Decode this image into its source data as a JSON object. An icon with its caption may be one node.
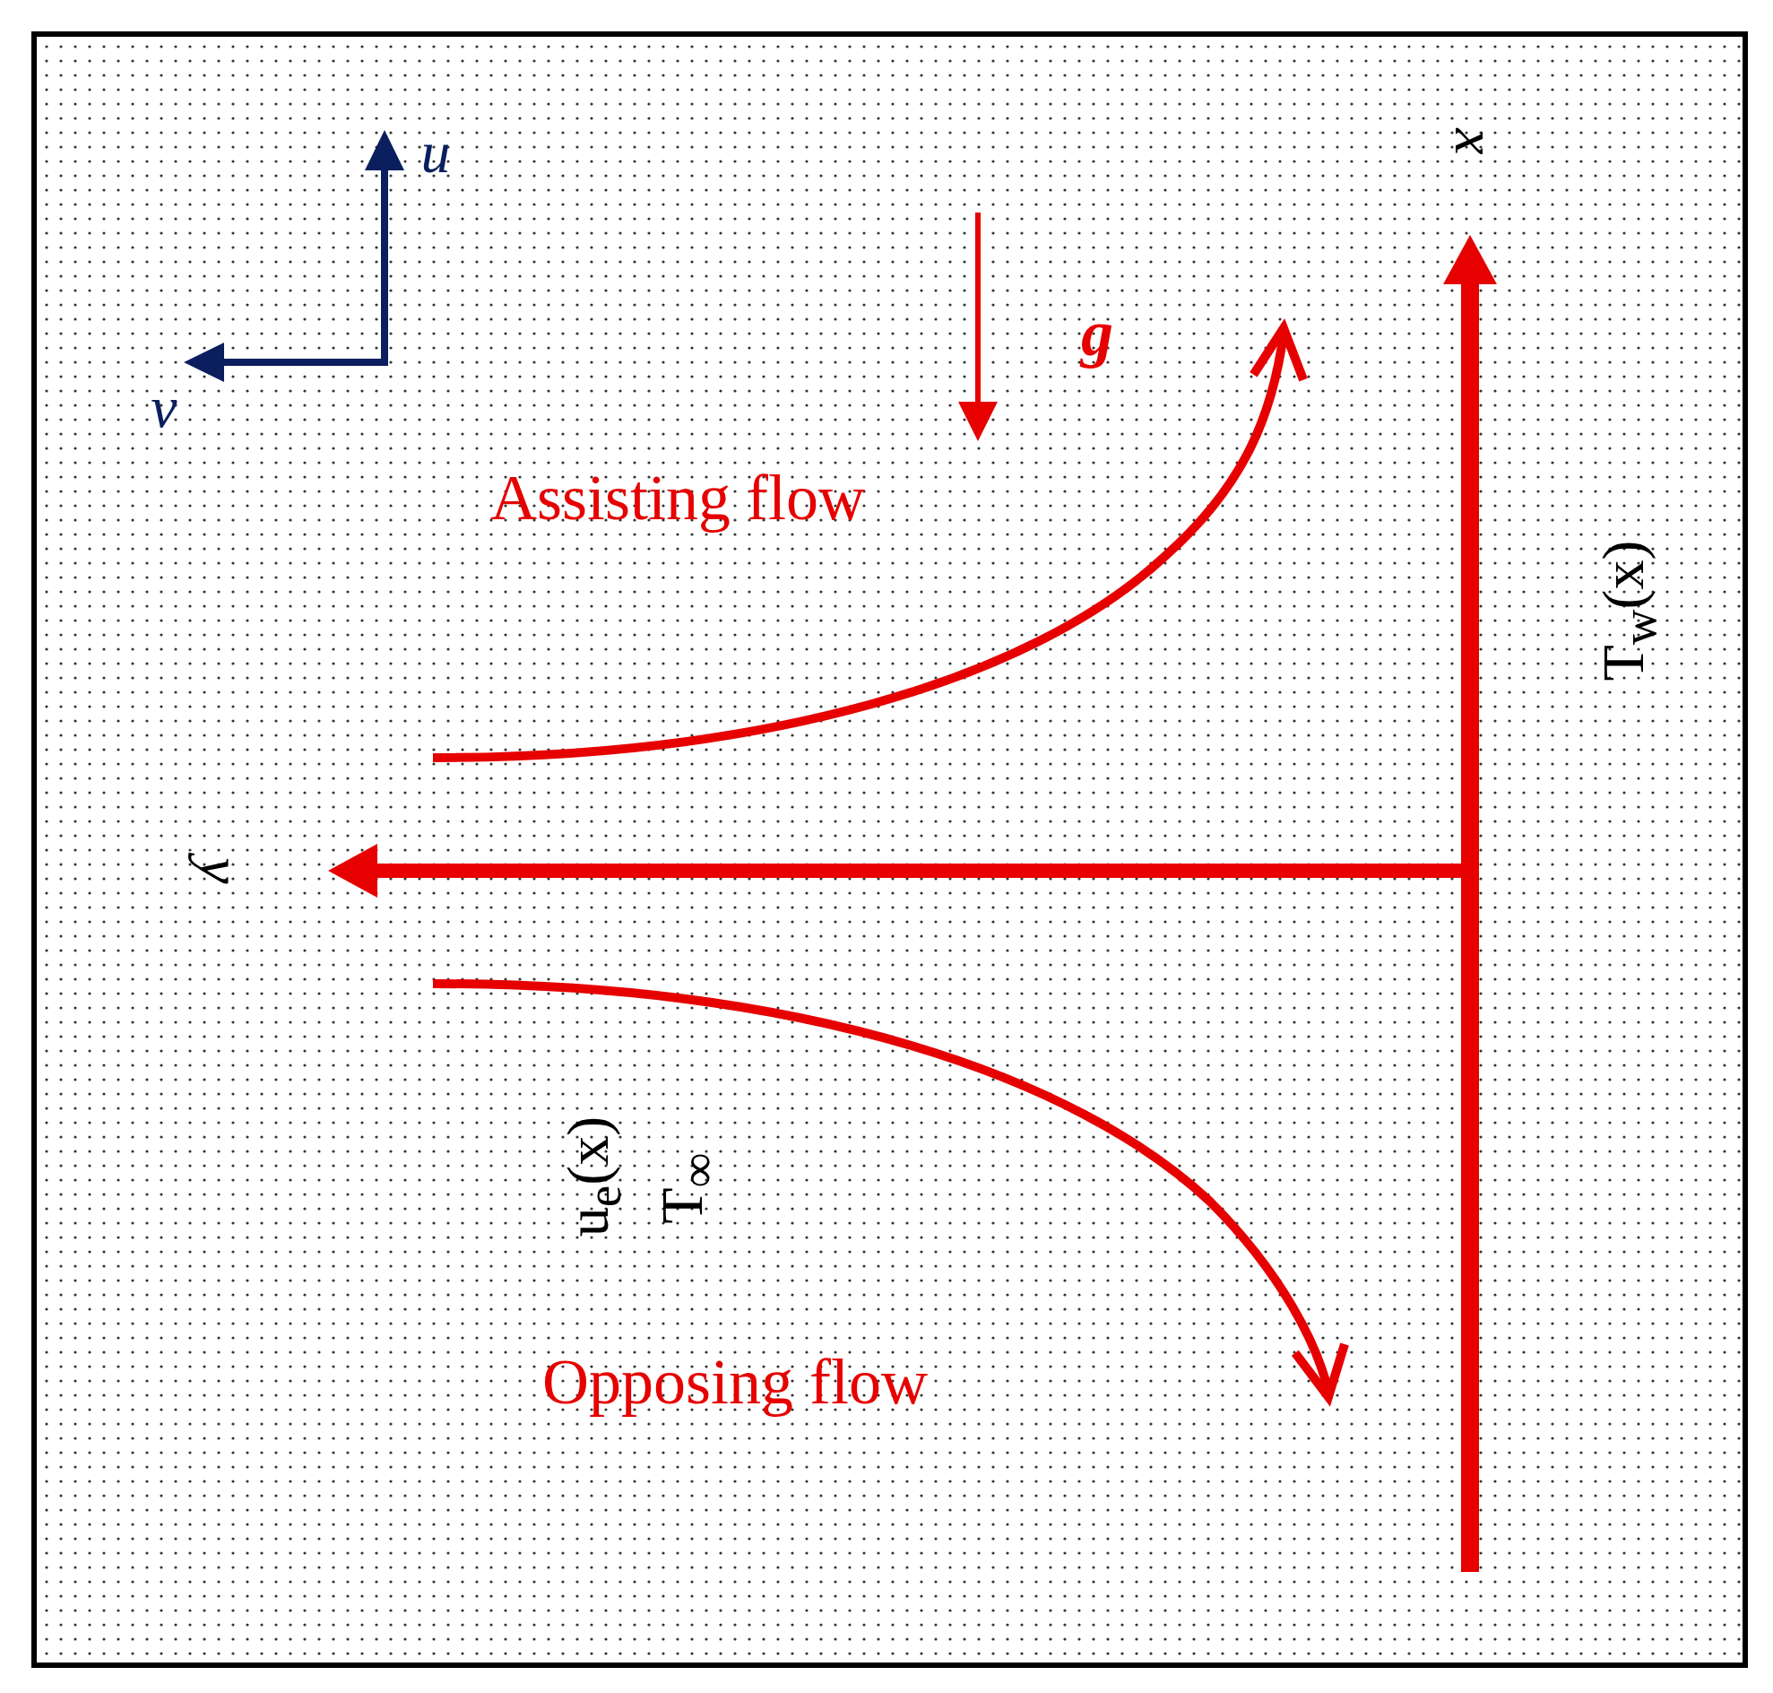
{
  "diagram": {
    "labels": [
      "u",
      "v",
      "g",
      "x",
      "Assisting flow",
      "T$_{w}$(x)",
      "y",
      "u$_{e}$(x)",
      "T$_{∞}$",
      "Opposing flow"
    ]
  }
}
